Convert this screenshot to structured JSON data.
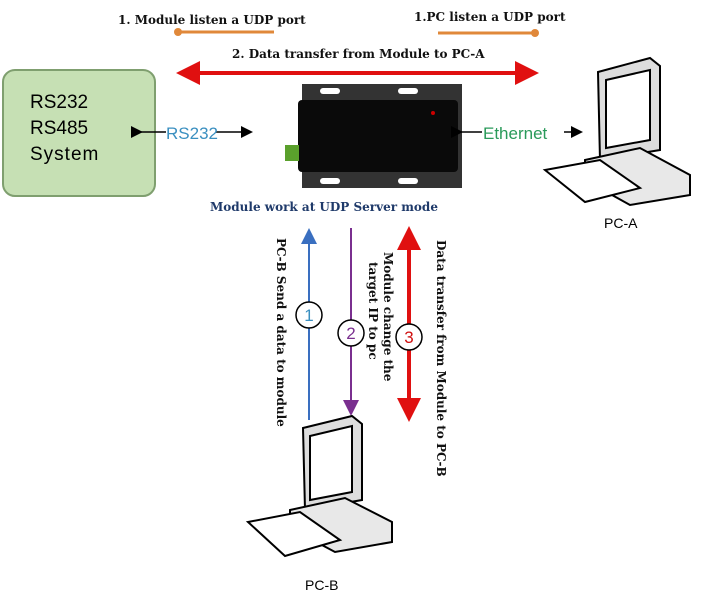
{
  "labels": {
    "module_listen": "1. Module listen a UDP port",
    "pc_listen": "1.PC listen a UDP port",
    "transfer_pc_a": "2. Data transfer from Module to PC-A",
    "system_line1": "RS232",
    "system_line2": "RS485",
    "system_line3": "System",
    "rs232": "RS232",
    "ethernet": "Ethernet",
    "mode": "Module work at UDP Server mode",
    "pc_a": "PC-A",
    "pc_b": "PC-B",
    "step1": "1",
    "step2": "2",
    "step3": "3",
    "pcb_send": "PC-B Send a data to module",
    "change_ip_line1": "Module change the",
    "change_ip_line2": "target IP to pc",
    "transfer_pc_b": "Data transfer from Module to PC-B"
  },
  "colors": {
    "system_box": "#c6e0b4",
    "orange_line": "#e0883a",
    "red_arrow": "#e01010",
    "blue_arrow": "#3a6fc0",
    "purple_arrow": "#7a2f8f",
    "step1": "#3a8fc0",
    "step2": "#7a2f8f",
    "step3": "#d01010",
    "mode_text": "#1f3a6a"
  }
}
